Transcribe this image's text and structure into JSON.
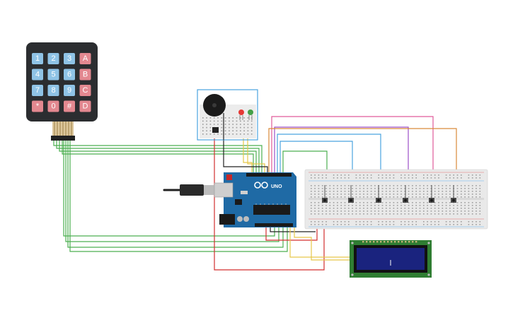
{
  "keypad": {
    "keys": [
      [
        "1",
        "2",
        "3",
        "A"
      ],
      [
        "4",
        "5",
        "6",
        "B"
      ],
      [
        "7",
        "8",
        "9",
        "C"
      ],
      [
        "*",
        "0",
        "#",
        "D"
      ]
    ]
  },
  "arduino": {
    "logo_text": "UNO"
  },
  "colors": {
    "keypad_body": "#2b2d30",
    "keypad_key_blue": "#8fc3e6",
    "keypad_key_red": "#e38890",
    "arduino_board": "#1f6aa5",
    "breadboard": "#e9e9e9",
    "lcd_pcb": "#2f7d32",
    "lcd_screen": "#1a237e",
    "wire_green": "#4caf50",
    "wire_red": "#d32f2f",
    "wire_pink": "#e05a9a",
    "wire_purple": "#9c4fc8",
    "wire_orange": "#d98a3a",
    "wire_blue": "#4aa3df",
    "wire_yellow": "#e6c84a",
    "wire_black": "#222222",
    "selection": "#4aa3df"
  }
}
